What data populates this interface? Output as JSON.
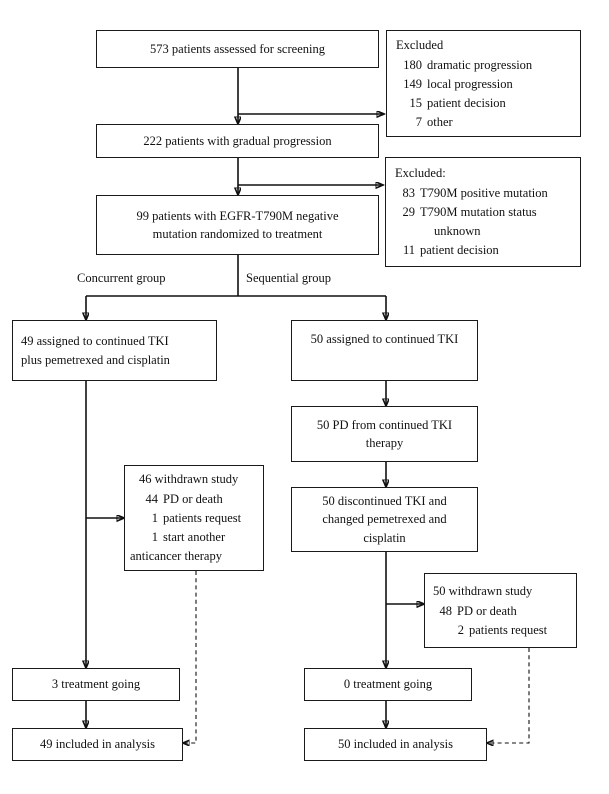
{
  "diagram": {
    "title": "Patient enrollment and treatment flow diagram",
    "stroke_color": "#111111",
    "background_color": "#ffffff"
  },
  "nodes": {
    "screened": {
      "text": "573 patients assessed for screening"
    },
    "gradual": {
      "text": "222 patients with gradual progression"
    },
    "randomized_l1": {
      "text": "99 patients with EGFR-T790M negative"
    },
    "randomized_l2": {
      "text": "mutation randomized to treatment"
    },
    "concurrent_assigned_l1": {
      "text": "49 assigned to continued TKI"
    },
    "concurrent_assigned_l2": {
      "text": "plus pemetrexed and cisplatin"
    },
    "sequential_assigned": {
      "text": "50 assigned to continued TKI"
    },
    "sequential_pd_l1": {
      "text": "50 PD from continued TKI"
    },
    "sequential_pd_l2": {
      "text": "therapy"
    },
    "sequential_disc_l1": {
      "text": "50 discontinued TKI and"
    },
    "sequential_disc_l2": {
      "text": "changed pemetrexed and"
    },
    "sequential_disc_l3": {
      "text": "cisplatin"
    },
    "concurrent_going": {
      "text": "3 treatment going"
    },
    "sequential_going": {
      "text": "0 treatment going"
    },
    "concurrent_analysis": {
      "text": "49 included in analysis"
    },
    "sequential_analysis": {
      "text": "50 included in analysis"
    }
  },
  "excluded_screening": {
    "header": "Excluded",
    "rows": [
      {
        "num": "180",
        "txt": "dramatic progression"
      },
      {
        "num": "149",
        "txt": "local progression"
      },
      {
        "num": "15",
        "txt": "patient decision"
      },
      {
        "num": "7",
        "txt": "other"
      }
    ]
  },
  "excluded_randomization": {
    "header": "Excluded:",
    "rows": [
      {
        "num": "83",
        "txt": "T790M positive mutation"
      },
      {
        "num": "29",
        "txt": "T790M mutation status"
      },
      {
        "num": "",
        "txt": "unknown",
        "indent_only": true
      },
      {
        "num": "11",
        "txt": "patient decision"
      }
    ]
  },
  "concurrent_withdrawn": {
    "header": "46 withdrawn study",
    "rows": [
      {
        "num": "44",
        "txt": "PD or death"
      },
      {
        "num": "1",
        "txt": "patients request"
      },
      {
        "num": "1",
        "txt": "start another"
      },
      {
        "num": "",
        "txt": "anticancer therapy",
        "indent_only": true
      }
    ]
  },
  "sequential_withdrawn": {
    "header": "50 withdrawn study",
    "rows": [
      {
        "num": "48",
        "txt": "PD or death"
      },
      {
        "num": "2",
        "txt": "patients request"
      }
    ]
  },
  "group_labels": {
    "concurrent": "Concurrent group",
    "sequential": "Sequential group"
  }
}
